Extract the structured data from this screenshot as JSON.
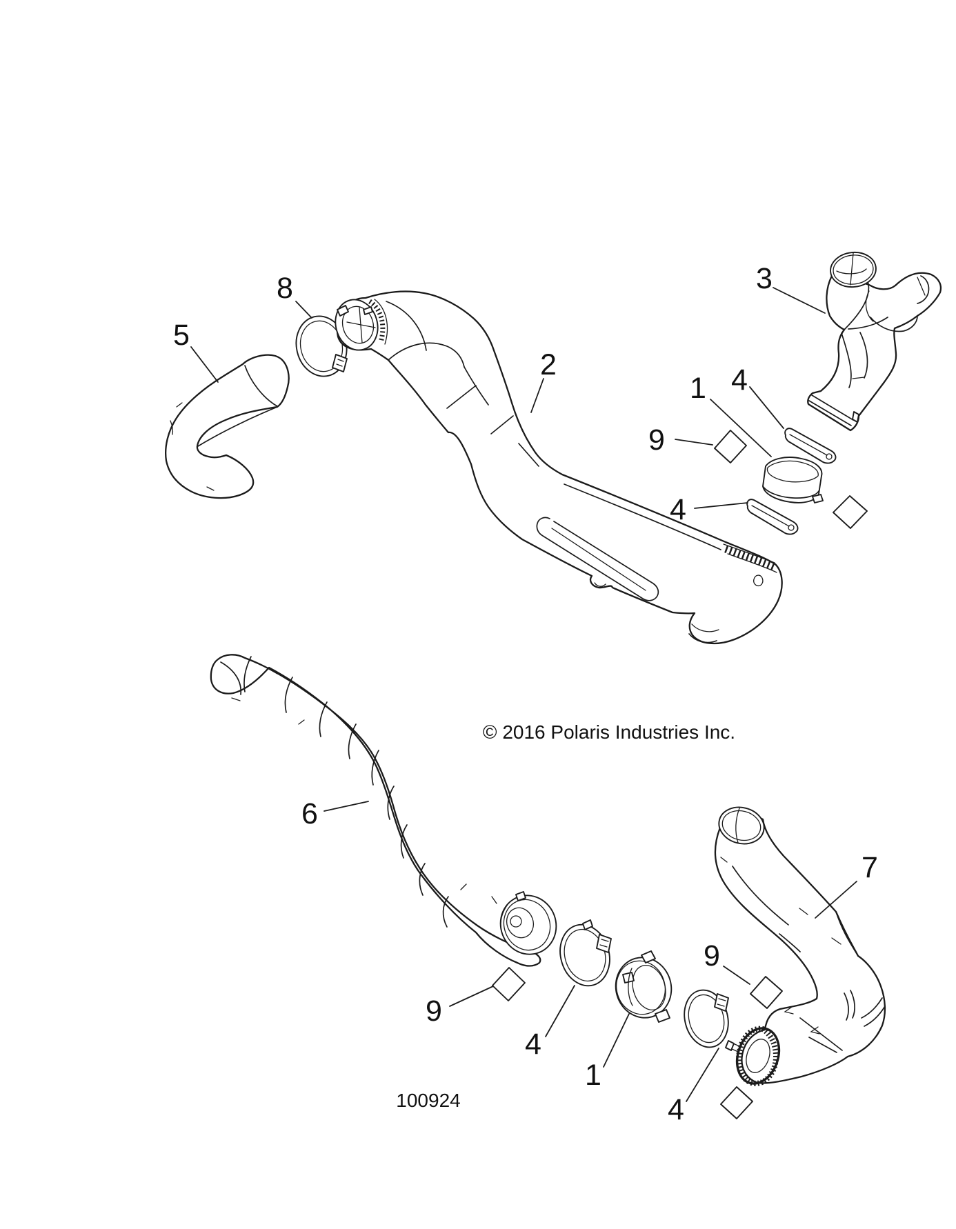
{
  "page": {
    "background": "#ffffff",
    "ink": "#1b1b1b",
    "kind": "exploded-parts-diagram"
  },
  "footer": {
    "copyright": "© 2016 Polaris Industries Inc.",
    "part_number": "100924"
  },
  "callouts": {
    "c8": "8",
    "c5": "5",
    "c2": "2",
    "c3": "3",
    "c1_upper": "1",
    "c4_upper_top": "4",
    "c9_upper": "9",
    "c4_upper_bottom": "4",
    "c6": "6",
    "c9_lower_left": "9",
    "c4_lower_left": "4",
    "c1_lower": "1",
    "c9_lower_mid": "9",
    "c4_lower_right": "4",
    "c7": "7"
  }
}
